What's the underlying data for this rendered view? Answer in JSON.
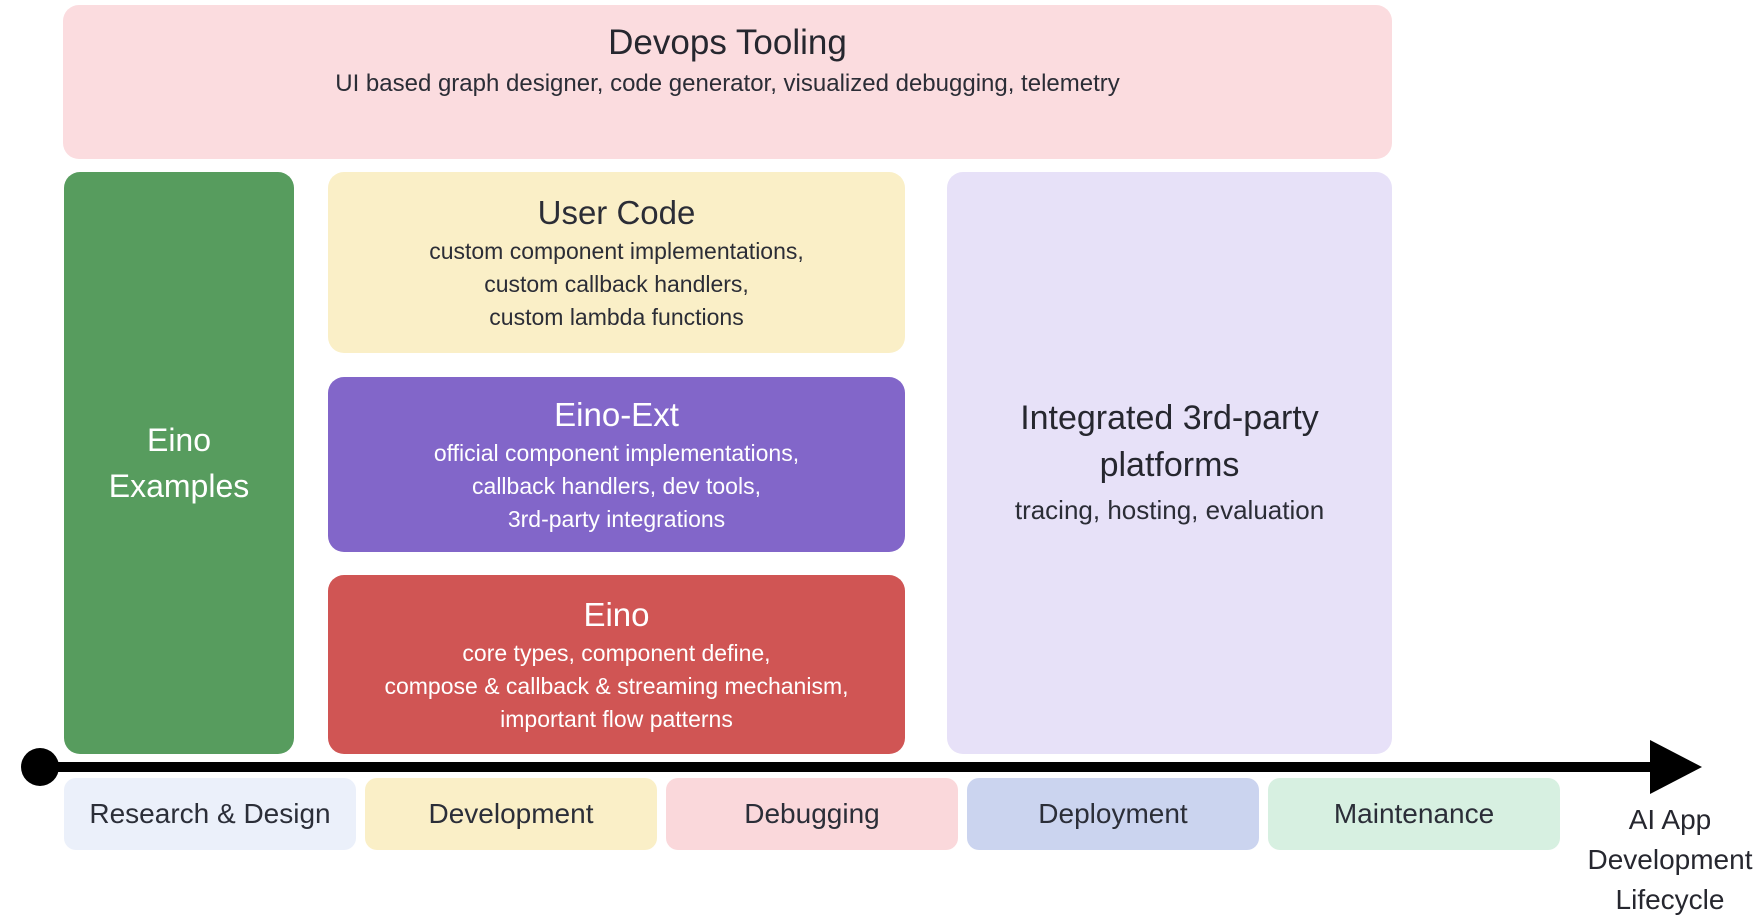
{
  "diagram": {
    "devops_tooling": {
      "title": "Devops Tooling",
      "subtitle": "UI based graph designer, code generator, visualized debugging, telemetry",
      "color": "#FBDCDF"
    },
    "eino_examples": {
      "line1": "Eino",
      "line2": "Examples",
      "color": "#579C5E"
    },
    "stack": [
      {
        "title": "User Code",
        "line1": "custom component implementations,",
        "line2": "custom callback handlers,",
        "line3": "custom lambda functions",
        "color": "#FAEFC7"
      },
      {
        "title": "Eino-Ext",
        "line1": "official component implementations,",
        "line2": "callback handlers, dev tools,",
        "line3": "3rd-party integrations",
        "color": "#8266C9"
      },
      {
        "title": "Eino",
        "line1": "core types, component define,",
        "line2": "compose & callback & streaming mechanism,",
        "line3": "important flow patterns",
        "color": "#D05554"
      }
    ],
    "integrated_platforms": {
      "title_line1": "Integrated 3rd-party",
      "title_line2": "platforms",
      "subtitle": "tracing, hosting, evaluation",
      "color": "#E7E1F8"
    },
    "timeline": {
      "axis_color": "#000000",
      "stages": [
        {
          "label": "Research & Design",
          "color": "#EBF0FA"
        },
        {
          "label": "Development",
          "color": "#FAEFC7"
        },
        {
          "label": "Debugging",
          "color": "#FAD8DB"
        },
        {
          "label": "Deployment",
          "color": "#CBD4EF"
        },
        {
          "label": "Maintenance",
          "color": "#D7F0E1"
        }
      ],
      "axis_label": {
        "line1": "AI App",
        "line2": "Development",
        "line3": "Lifecycle"
      }
    }
  }
}
